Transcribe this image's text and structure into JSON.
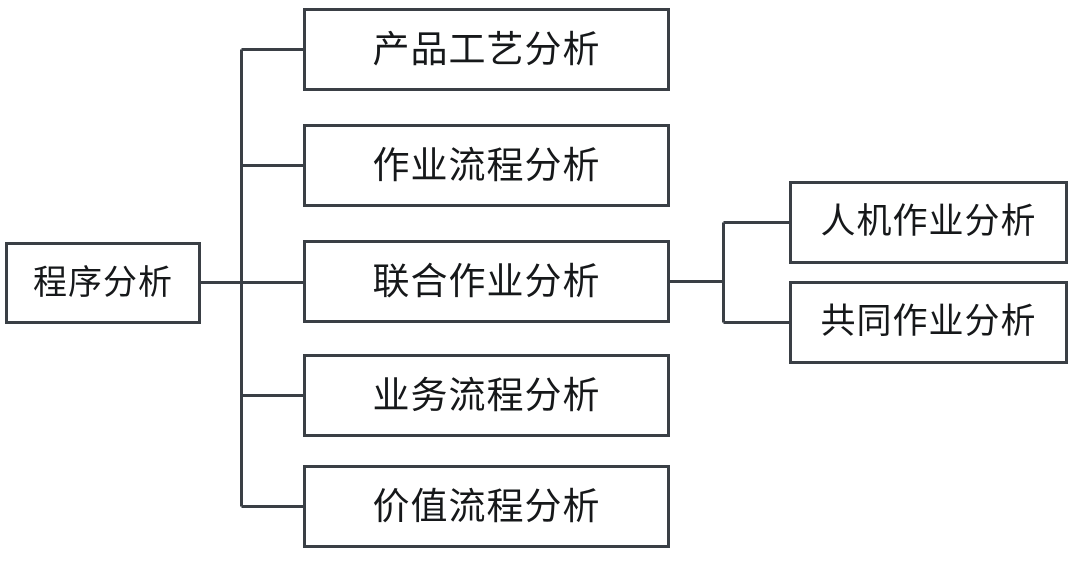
{
  "diagram": {
    "title": "程序分析",
    "type": "tree-hierarchy",
    "line_color": "#3a3f45",
    "background_color": "#ffffff",
    "text_color": "#16181a",
    "root": {
      "id": "root",
      "label": "程序分析"
    },
    "level2": [
      {
        "id": "l2-0",
        "label": "产品工艺分析"
      },
      {
        "id": "l2-1",
        "label": "作业流程分析"
      },
      {
        "id": "l2-2",
        "label": "联合作业分析"
      },
      {
        "id": "l2-3",
        "label": "业务流程分析"
      },
      {
        "id": "l2-4",
        "label": "价值流程分析"
      }
    ],
    "level3": [
      {
        "id": "l3-0",
        "label": "人机作业分析",
        "parent": "l2-2"
      },
      {
        "id": "l3-1",
        "label": "共同作业分析",
        "parent": "l2-2"
      }
    ]
  }
}
